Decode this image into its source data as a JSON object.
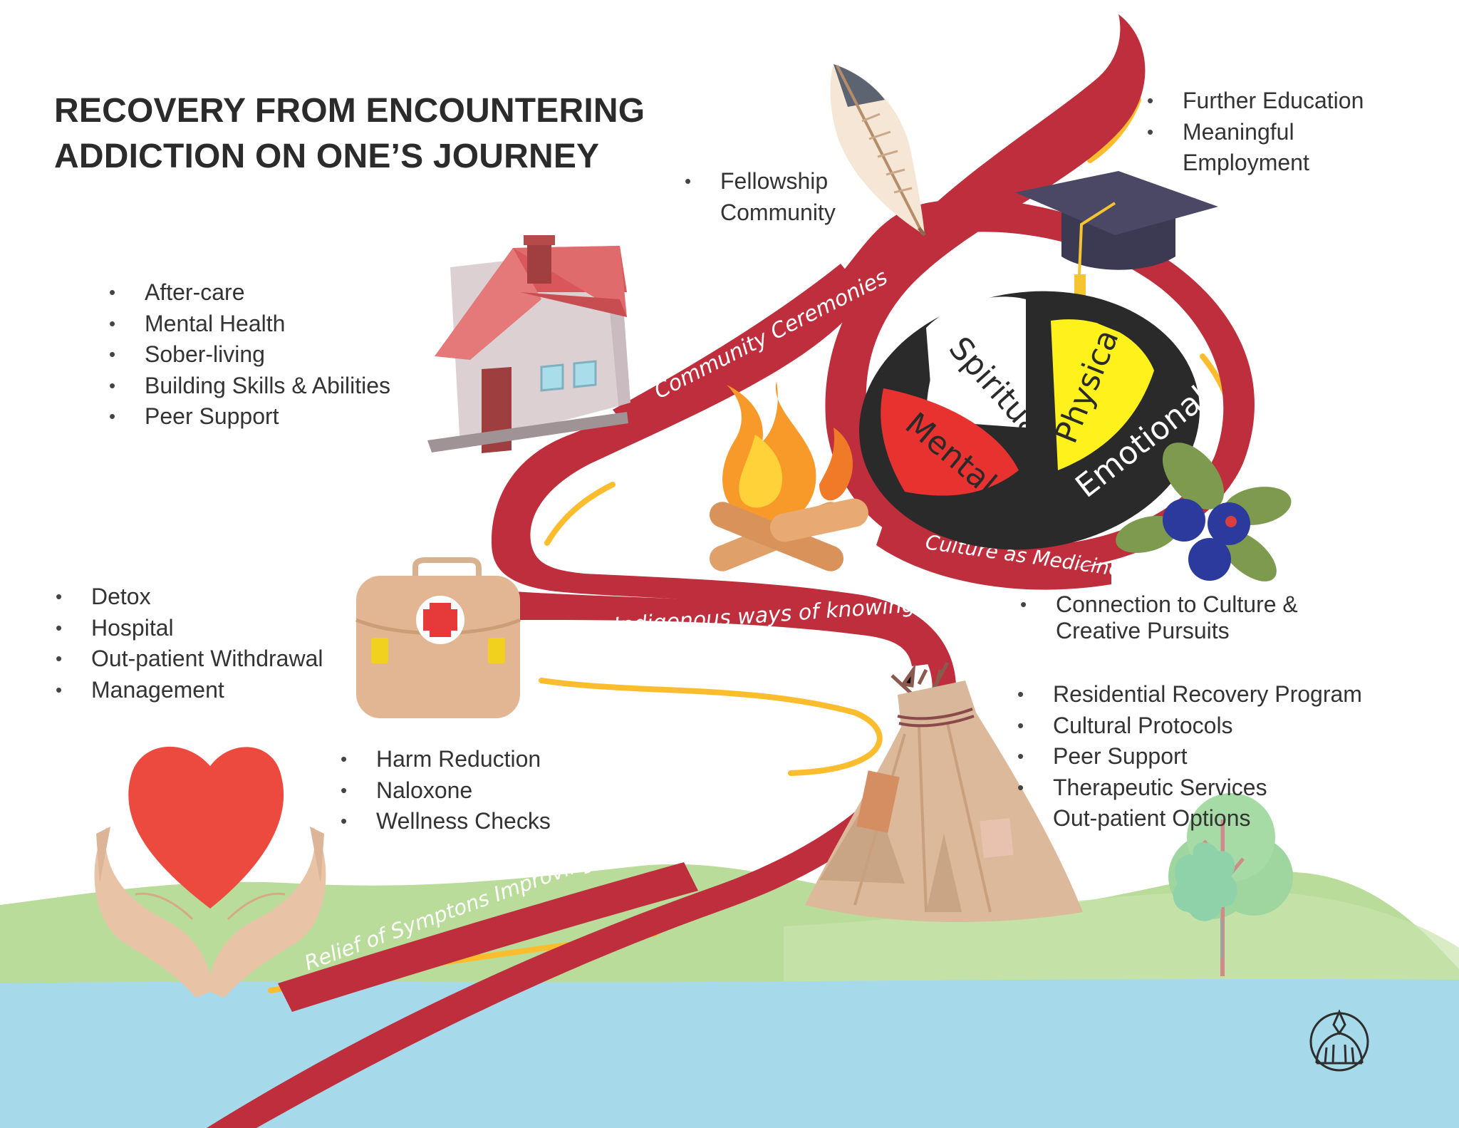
{
  "title": {
    "line1": "RECOVERY FROM ENCOUNTERING",
    "line2": "ADDICTION ON ONE’S JOURNEY"
  },
  "lists": {
    "education": [
      "Further Education",
      "Meaningful",
      "Employment"
    ],
    "fellowship": [
      "Fellowship",
      "Community"
    ],
    "aftercare": [
      "After-care",
      "Mental Health",
      "Sober-living",
      "Building Skills & Abilities",
      "Peer Support"
    ],
    "detox": [
      "Detox",
      "Hospital",
      "Out-patient Withdrawal",
      "Management"
    ],
    "harm_reduction": [
      "Harm Reduction",
      "Naloxone",
      "Wellness Checks"
    ],
    "culture": [
      "Connection to Culture &",
      "Creative Pursuits"
    ],
    "residential": [
      "Residential Recovery Program",
      "Cultural Protocols",
      "Peer Support",
      "Therapeutic Services",
      "Out-patient Options"
    ]
  },
  "ribbon_labels": {
    "community_ceremonies": "Community  Ceremonies",
    "culture_as_medicine": "Culture as Medicine",
    "indigenous_ways": "Indigenous ways of knowing",
    "relief": "Relief of Symptons Improving Quality of Life"
  },
  "medicine_wheel": {
    "spiritual": "Spiritual",
    "physical": "Physical",
    "mental": "Mental",
    "emotional": "Emotional"
  },
  "colors": {
    "ribbon": "#be2e3c",
    "accent_yellow": "#fbbd2e",
    "water": "#a6d9ea",
    "grass": "#b9dc9a",
    "wheel_black": "#2a2a2a",
    "wheel_white": "#ffffff",
    "wheel_yellow": "#fff21c",
    "wheel_red": "#e8322f"
  },
  "icons": [
    "feather-icon",
    "graduation-cap-icon",
    "house-icon",
    "campfire-icon",
    "medicine-wheel-icon",
    "blueberries-icon",
    "first-aid-kit-icon",
    "tipi-icon",
    "heart-hands-icon",
    "tree-icon",
    "organization-logo-icon"
  ]
}
